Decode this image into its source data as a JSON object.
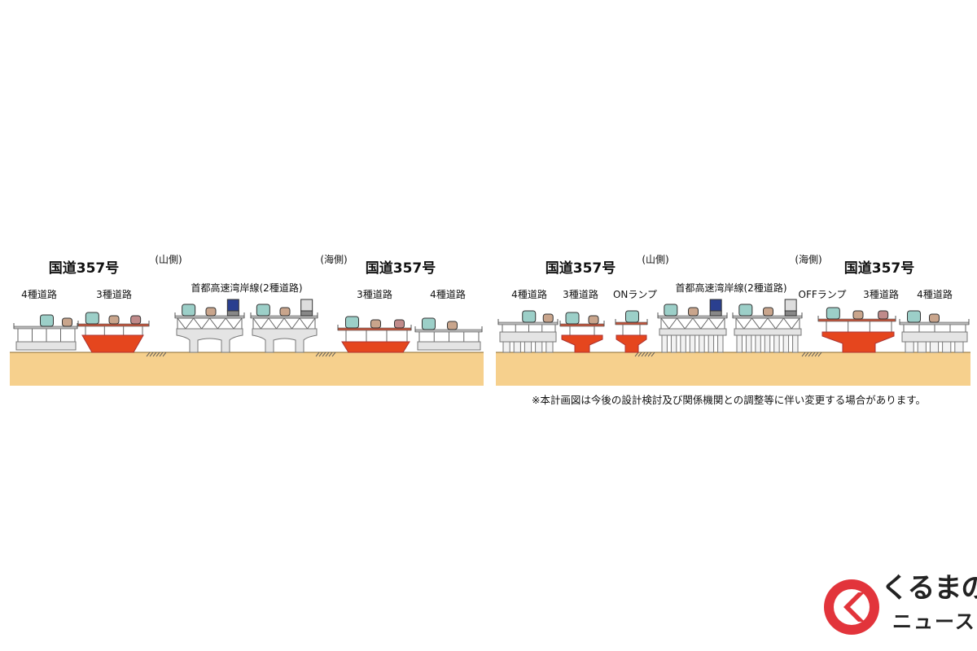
{
  "colors": {
    "ground": "#f6d08d",
    "red": "#e5461e",
    "concrete": "#e4e4e4",
    "line": "#555555",
    "logo_red": "#e2343b"
  },
  "left_panel": {
    "route_left": "国道357号",
    "mountain_side": "(山側)",
    "sea_side": "(海側)",
    "route_right": "国道357号",
    "labels": [
      "4種道路",
      "3種道路",
      "首都高速湾岸線(2種道路)",
      "3種道路",
      "4種道路"
    ]
  },
  "right_panel": {
    "route_left": "国道357号",
    "mountain_side": "(山側)",
    "sea_side": "(海側)",
    "route_right": "国道357号",
    "labels": [
      "4種道路",
      "3種道路",
      "ONランプ",
      "首都高速湾岸線(2種道路)",
      "OFFランプ",
      "3種道路",
      "4種道路"
    ],
    "note": "※本計画図は今後の設計検討及び関係機関との調整等に伴い変更する場合があります。"
  },
  "logo": {
    "name": "くるまのニュース",
    "line1": "くるまの",
    "line2": "ニュース"
  }
}
